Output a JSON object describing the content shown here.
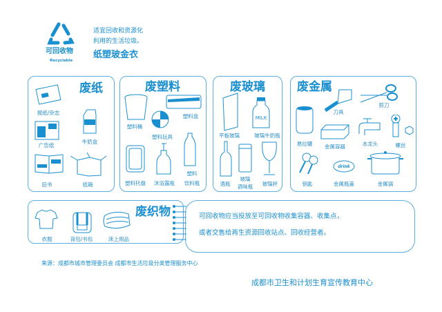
{
  "header": {
    "logo_cn": "可回收物",
    "logo_en": "Recyclable",
    "desc_line1": "适宜回收和资源化",
    "desc_line2": "利用的生活垃圾。",
    "summary": "纸塑玻金衣"
  },
  "categories": {
    "paper": {
      "title": "废纸",
      "items": [
        "报纸/杂志",
        "广告纸",
        "牛奶盒",
        "旧书",
        "纸箱"
      ]
    },
    "plastic": {
      "title": "废塑料",
      "items": [
        "塑料桶",
        "塑料玩具",
        "塑料盒",
        "塑料托盘",
        "沐浴露瓶",
        "塑料",
        "饮料瓶"
      ]
    },
    "glass": {
      "title": "废玻璃",
      "items": [
        "平板玻璃",
        "玻璃牛奶瓶",
        "酒瓶",
        "玻璃",
        "调味瓶",
        "玻璃杯"
      ]
    },
    "metal": {
      "title": "废金属",
      "items": [
        "刀具",
        "剪刀",
        "易拉罐",
        "金属容器",
        "水龙头",
        "螺丝",
        "钥匙",
        "金属瓶盖",
        "金属锅"
      ]
    },
    "textile": {
      "title": "废织物",
      "items": [
        "衣服",
        "背包/书包",
        "床上用品"
      ]
    }
  },
  "notice": {
    "line1": "可回收物应当投放至可回收物收集容器、收集点，",
    "line2": "或者交售给再生资源回收站点、回收经营者。"
  },
  "source": "来源：成都市城市管理委员会   成都市生活垃圾分类管理服务中心",
  "publisher": "成都市卫生和计划生育宣传教育中心",
  "colors": {
    "primary": "#1a8fd0",
    "border": "#5aaede"
  }
}
